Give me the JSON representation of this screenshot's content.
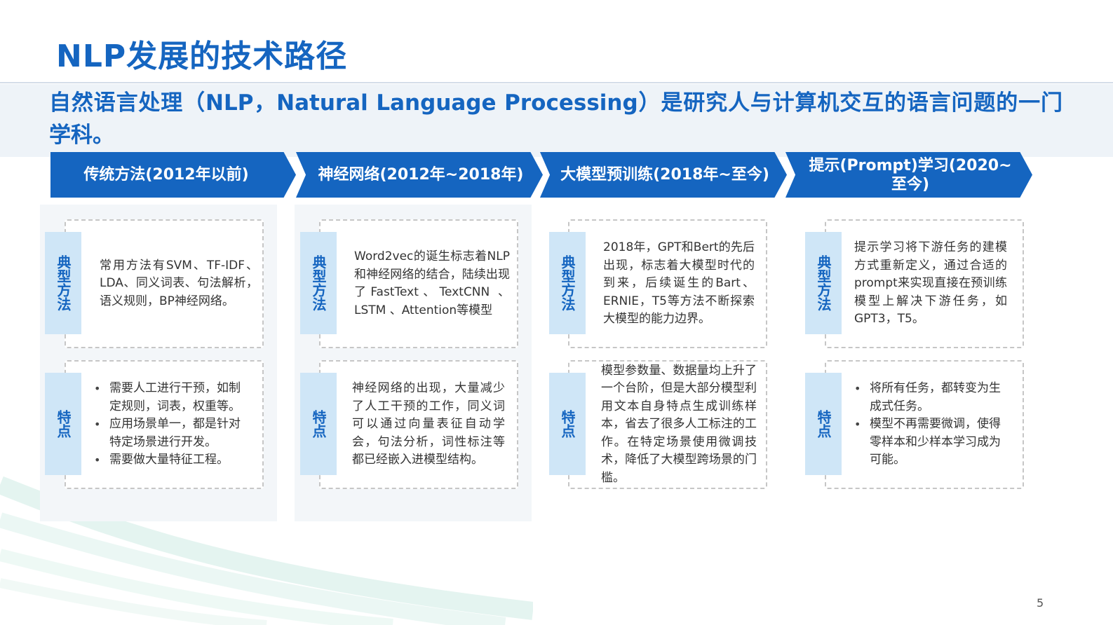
{
  "slide": {
    "title": "NLP发展的技术路径",
    "subtitle": "自然语言处理（NLP，Natural Language Processing）是研究人与计算机交互的语言问题的一门学科。",
    "page_number": "5",
    "colors": {
      "accent": "#1565c0",
      "tag_bg": "#cfe6f7",
      "panel_bg": "#f3f6f9"
    }
  },
  "stages": [
    {
      "header": "传统方法(2012年以前)",
      "method_tag": "典型方法",
      "method_text": "常用方法有SVM、TF-IDF、LDA、同义词表、句法解析，语义规则，BP神经网络。",
      "feature_tag": "特点",
      "feature_bullets": [
        "需要人工进行干预，如制定规则，词表，权重等。",
        "应用场景单一，都是针对特定场景进行开发。",
        "需要做大量特征工程。"
      ]
    },
    {
      "header": "神经网络(2012年~2018年)",
      "method_tag": "典型方法",
      "method_text": "Word2vec的诞生标志着NLP和神经网络的结合，陆续出现了FastText、TextCNN 、 LSTM 、Attention等模型",
      "feature_tag": "特点",
      "feature_text": "神经网络的出现，大量减少了人工干预的工作，同义词可以通过向量表征自动学会，句法分析，词性标注等都已经嵌入进模型结构。"
    },
    {
      "header": "大模型预训练(2018年~至今)",
      "method_tag": "典型方法",
      "method_text": "2018年，GPT和Bert的先后出现，标志着大模型时代的到来，后续诞生的Bart、ERNIE，T5等方法不断探索大模型的能力边界。",
      "feature_tag": "特点",
      "feature_text": "模型参数量、数据量均上升了一个台阶，但是大部分模型利用文本自身特点生成训练样本，省去了很多人工标注的工作。在特定场景使用微调技术，降低了大模型跨场景的门槛。"
    },
    {
      "header": "提示(Prompt)学习(2020~至今)",
      "method_tag": "典型方法",
      "method_text": "提示学习将下游任务的建模方式重新定义，通过合适的prompt来实现直接在预训练模型上解决下游任务，如GPT3，T5。",
      "feature_tag": "特点",
      "feature_bullets": [
        "将所有任务，都转变为生成式任务。",
        "模型不再需要微调，使得零样本和少样本学习成为可能。"
      ]
    }
  ]
}
